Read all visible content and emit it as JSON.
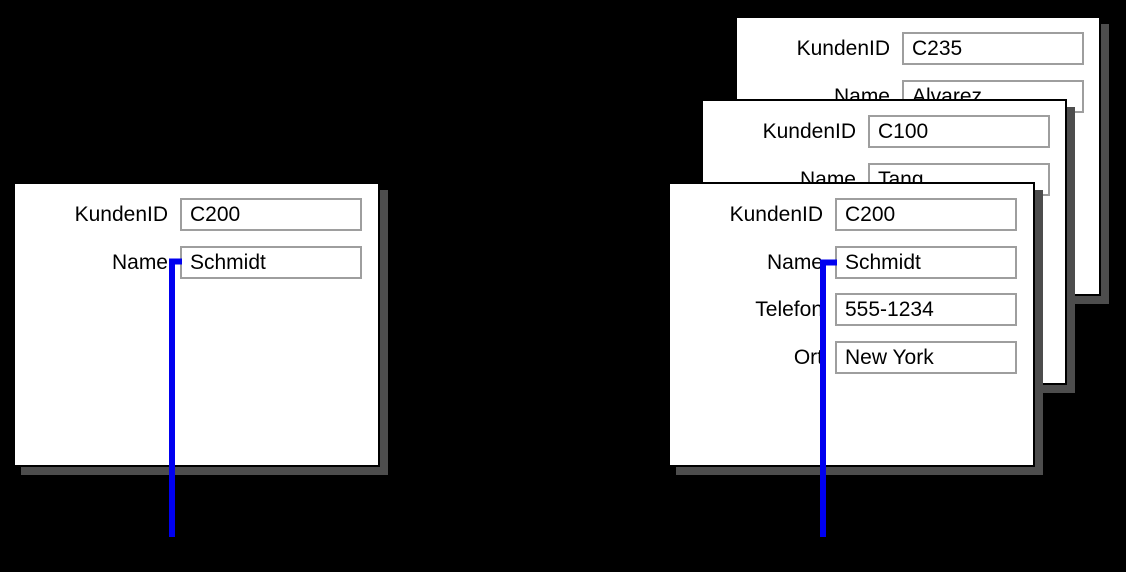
{
  "colors": {
    "background": "#000000",
    "card_fill": "#ffffff",
    "card_border": "#000000",
    "card_shadow": "#4d4d4d",
    "field_border": "#9e9e9e",
    "text": "#000000",
    "connector": "#0000f0"
  },
  "left_card": {
    "fields": [
      {
        "label": "KundenID",
        "value": "C200"
      },
      {
        "label": "Name",
        "value": "Schmidt"
      }
    ]
  },
  "right_stack": {
    "back_card": {
      "fields": [
        {
          "label": "KundenID",
          "value": "C235"
        },
        {
          "label": "Name",
          "value": "Alvarez"
        }
      ]
    },
    "middle_card": {
      "fields": [
        {
          "label": "KundenID",
          "value": "C100"
        },
        {
          "label": "Name",
          "value": "Tang"
        }
      ]
    },
    "front_card": {
      "fields": [
        {
          "label": "KundenID",
          "value": "C200"
        },
        {
          "label": "Name",
          "value": "Schmidt"
        },
        {
          "label": "Telefon",
          "value": "555-1234"
        },
        {
          "label": "Ort",
          "value": "New York"
        }
      ]
    }
  },
  "connectors": [
    {
      "description": "blue elbow line from left card Name field leading down off the card"
    },
    {
      "description": "blue elbow line from front stacked card Name field leading down off the card"
    }
  ]
}
